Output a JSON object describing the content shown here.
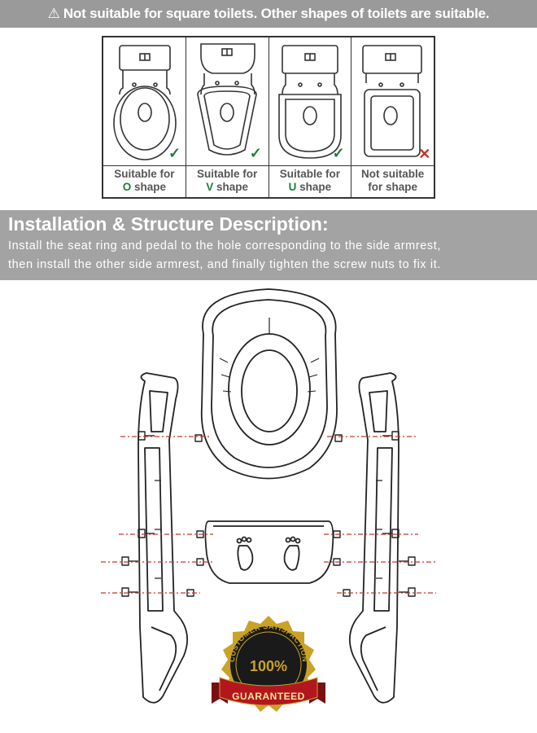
{
  "warning": {
    "icon": "warning-triangle-icon",
    "text": "Not suitable for square toilets. Other shapes of toilets are suitable."
  },
  "compatibility": [
    {
      "line1": "Suitable for",
      "letter": "O",
      "suffix": " shape",
      "status": "check",
      "status_color": "#1d7f3a"
    },
    {
      "line1": "Suitable for",
      "letter": "V",
      "suffix": " shape",
      "status": "check",
      "status_color": "#1d7f3a"
    },
    {
      "line1": "Suitable for",
      "letter": "U",
      "suffix": " shape",
      "status": "check",
      "status_color": "#1d7f3a"
    },
    {
      "line1": "Not suitable",
      "line2": "for shape",
      "status": "cross",
      "status_color": "#c0392b"
    }
  ],
  "installation": {
    "title": "Installation & Structure Description:",
    "line1": "Install the seat ring and pedal to the hole corresponding to the side armrest,",
    "line2": "then install the other side armrest, and finally tighten the screw nuts to fix it."
  },
  "badge": {
    "top_text": "CUSTOMER SATISFACTION",
    "percent": "100%",
    "ribbon": "GUARANTEED",
    "colors": {
      "gold": "#c9a227",
      "ribbon": "#b3171d",
      "dark": "#1a1a1a"
    }
  },
  "colors": {
    "bar": "#9a9a9a",
    "install_bar": "#a3a3a3",
    "check": "#1d7f3a",
    "cross": "#c0392b",
    "dash": "#c0392b"
  }
}
